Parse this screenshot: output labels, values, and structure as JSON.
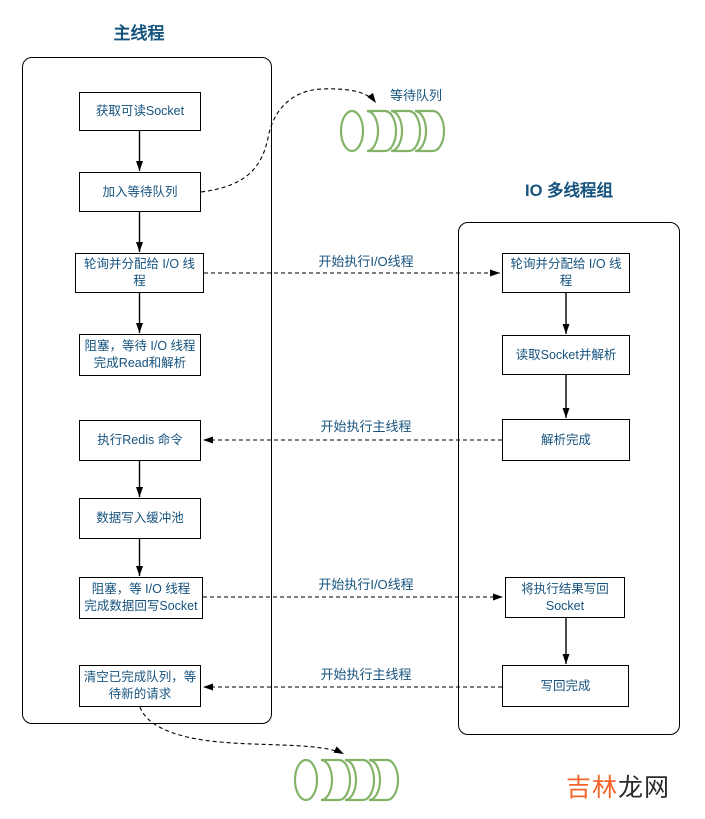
{
  "diagram": {
    "main_thread": {
      "title": "主线程",
      "nodes": [
        "获取可读Socket",
        "加入等待队列",
        "轮询并分配给 I/O 线程",
        "阻塞，等待 I/O 线程\n完成Read和解析",
        "执行Redis 命令",
        "数据写入缓冲池",
        "阻塞，等 I/O 线程\n完成数据回写Socket",
        "清空已完成队列，等\n待新的请求"
      ]
    },
    "io_thread_group": {
      "title": "IO 多线程组",
      "nodes": [
        "轮询并分配给 I/O 线程",
        "读取Socket并解析",
        "解析完成",
        "将执行结果写回\nSocket",
        "写回完成"
      ]
    },
    "queues": {
      "waiting_queue_label": "等待队列"
    },
    "edge_labels": [
      "开始执行I/O线程",
      "开始执行主线程",
      "开始执行I/O线程",
      "开始执行主线程"
    ],
    "watermark": {
      "part1": "吉林",
      "part2": "龙网"
    },
    "colors": {
      "node_text": "#16537e",
      "queue_green": "#82b366",
      "watermark_orange": "#f4652b",
      "line_black": "#000000"
    }
  }
}
